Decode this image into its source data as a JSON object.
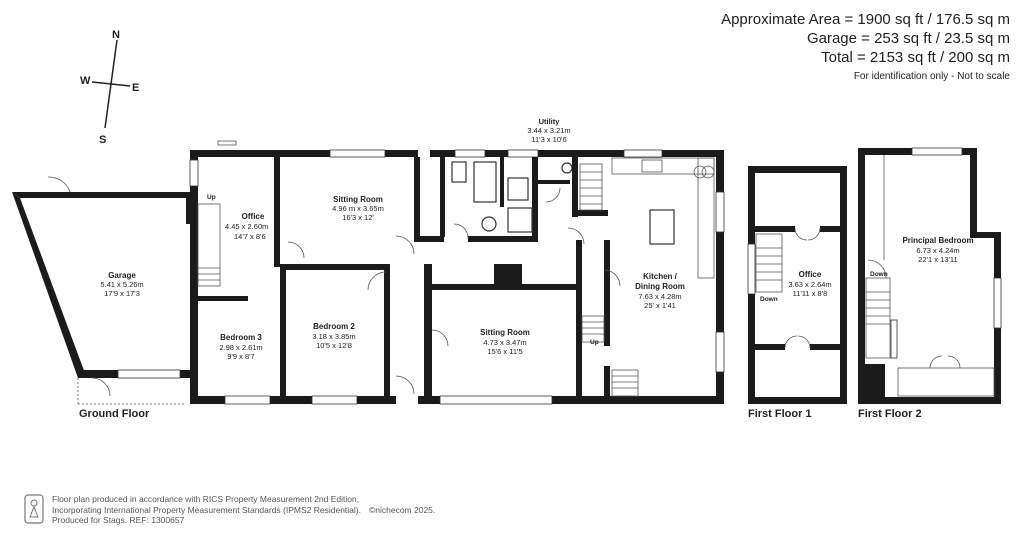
{
  "areas": {
    "approximate": "Approximate Area = 1900 sq ft / 176.5 sq m",
    "garage": "Garage = 253 sq ft / 23.5 sq m",
    "total": "Total = 2153 sq ft / 200 sq m",
    "note": "For identification only - Not to scale"
  },
  "compass": {
    "n": "N",
    "s": "S",
    "e": "E",
    "w": "W"
  },
  "floors": {
    "ground": "Ground Floor",
    "first1": "First Floor 1",
    "first2": "First Floor 2"
  },
  "rooms": {
    "garage": {
      "name": "Garage",
      "dim1": "5.41 x 5.26m",
      "dim2": "17'9 x 17'3"
    },
    "office_g": {
      "name": "Office",
      "dim1": "4.45 x 2.60m",
      "dim2": "14'7 x 8'6"
    },
    "sitting1": {
      "name": "Sitting Room",
      "dim1": "4.96 m x 3.65m",
      "dim2": "16'3 x 12'"
    },
    "utility": {
      "name": "Utility",
      "dim1": "3.44 x 3.21m",
      "dim2": "11'3 x 10'6"
    },
    "bedroom3": {
      "name": "Bedroom 3",
      "dim1": "2.98 x 2.61m",
      "dim2": "9'9 x 8'7"
    },
    "bedroom2": {
      "name": "Bedroom 2",
      "dim1": "3.18 x 3.85m",
      "dim2": "10'5 x 12'8"
    },
    "sitting2": {
      "name": "Sitting Room",
      "dim1": "4.73 x 3.47m",
      "dim2": "15'6 x 11'5"
    },
    "kitchen": {
      "name1": "Kitchen /",
      "name2": "Dining Room",
      "dim1": "7.63 x 4.28m",
      "dim2": "25' x 1'41"
    },
    "office_f1": {
      "name": "Office",
      "dim1": "3.63 x 2.64m",
      "dim2": "11'11 x 8'8"
    },
    "principal": {
      "name": "Principal Bedroom",
      "dim1": "6.73 x 4.24m",
      "dim2": "22'1 x 13'11"
    }
  },
  "stairs": {
    "up": "Up",
    "down": "Down"
  },
  "footer": {
    "line1": "Floor plan produced in accordance with RICS Property Measurement 2nd Edition,",
    "line2": "Incorporating International Property Measurement Standards (IPMS2 Residential).",
    "brand": "©nichecom 2025.",
    "line3": "Produced for Stags.   REF: 1300657"
  }
}
